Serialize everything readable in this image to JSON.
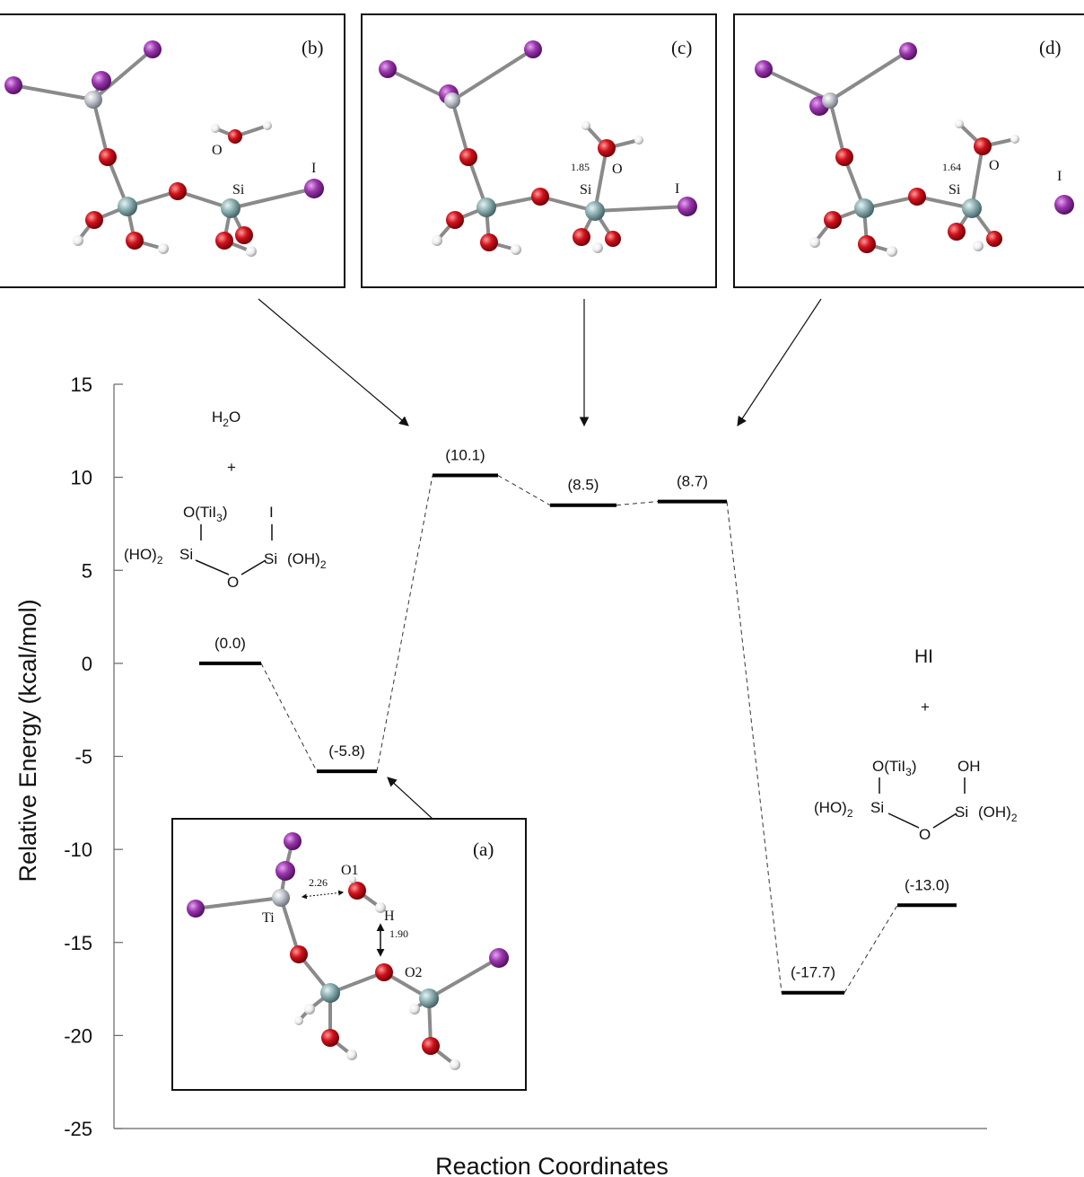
{
  "chart_data": {
    "type": "energy_profile",
    "ylabel": "Relative Energy (kcal/mol)",
    "xlabel": "Reaction Coordinates",
    "ylim": [
      -25,
      15
    ],
    "yticks": [
      15,
      10,
      5,
      0,
      -5,
      -10,
      -15,
      -20,
      -25
    ],
    "levels": [
      {
        "label": "(0.0)",
        "value": 0.0
      },
      {
        "label": "(-5.8)",
        "value": -5.8
      },
      {
        "label": "(10.1)",
        "value": 10.1
      },
      {
        "label": "(8.5)",
        "value": 8.5
      },
      {
        "label": "(8.7)",
        "value": 8.7
      },
      {
        "label": "(-17.7)",
        "value": -17.7
      },
      {
        "label": "(-13.0)",
        "value": -13.0
      }
    ]
  },
  "reactants": {
    "water": "H",
    "water_sub": "2",
    "water_tail": "O",
    "plus": "+",
    "o_til": "O(TiI",
    "o_til_sub": "3",
    "o_til_close": ")",
    "iodine": "I",
    "ho2": "(HO)",
    "ho2_sub": "2",
    "si": "Si",
    "oh2": "(OH)",
    "oh2_sub": "2",
    "bridge_o": "O"
  },
  "products": {
    "hi": "HI",
    "plus": "+",
    "o_til": "O(TiI",
    "o_til_sub": "3",
    "o_til_close": ")",
    "oh": "OH",
    "ho2": "(HO)",
    "ho2_sub": "2",
    "si": "Si",
    "oh2": "(OH)",
    "oh2_sub": "2",
    "bridge_o": "O"
  },
  "panels": {
    "a": {
      "letter": "(a)",
      "o1": "O1",
      "h": "H",
      "o2": "O2",
      "ti": "Ti",
      "d1": "2.26",
      "d2": "1.90"
    },
    "b": {
      "letter": "(b)",
      "o": "O",
      "si": "Si",
      "i": "I"
    },
    "c": {
      "letter": "(c)",
      "o": "O",
      "si": "Si",
      "i": "I",
      "d": "1.85"
    },
    "d": {
      "letter": "(d)",
      "o": "O",
      "si": "Si",
      "i": "I",
      "d": "1.64"
    }
  },
  "colors": {
    "iodine": "#8e2a9c",
    "oxygen": "#c8101a",
    "silicon": "#7fa3a6",
    "titanium": "#b8bcc4",
    "hydrogen": "#f0f0f0",
    "bond": "#8a8a8a"
  }
}
